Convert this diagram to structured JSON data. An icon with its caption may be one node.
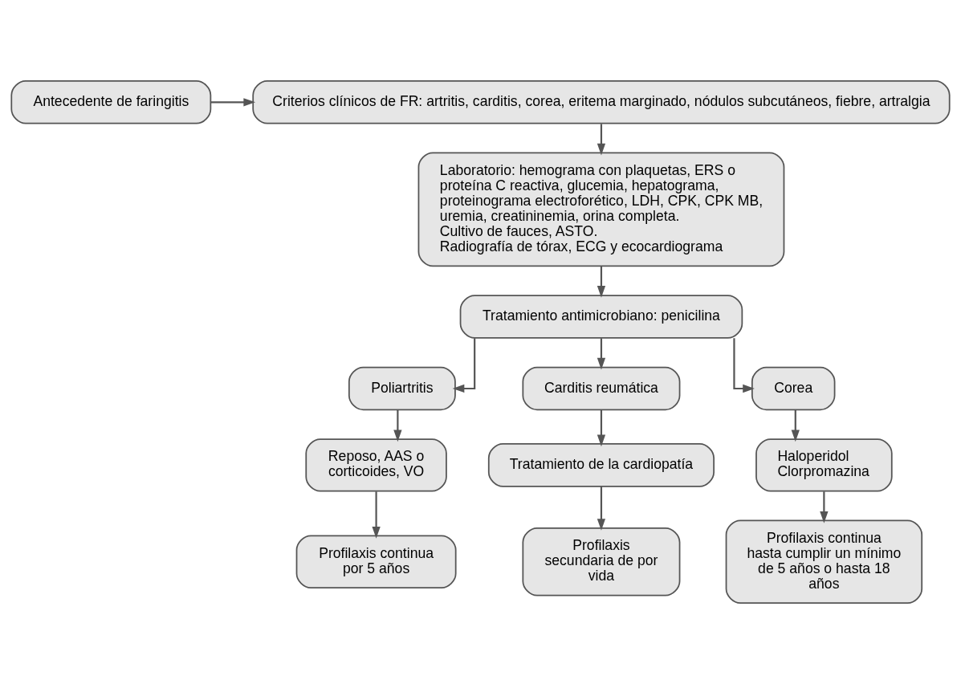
{
  "diagram": {
    "nodes": [
      {
        "text": [
          "Antecedente de faringitis"
        ]
      },
      {
        "text": [
          "Criterios clínicos de FR: artritis, carditis, corea, eritema marginado, nódulos subcutáneos, fiebre, artralgia"
        ]
      },
      {
        "text": [
          "Laboratorio: hemograma con plaquetas, ERS o proteína C reactiva, glucemia, hepatograma, proteinograma electroforético, LDH, CPK, CPK MB, uremia, creatininemia, orina completa.",
          "Cultivo de fauces, ASTO.",
          "Radiografía de tórax, ECG y ecocardiograma"
        ]
      },
      {
        "text": [
          "Tratamiento antimicrobiano: penicilina"
        ]
      },
      {
        "text": [
          "Poliartritis"
        ]
      },
      {
        "text": [
          "Carditis reumática"
        ]
      },
      {
        "text": [
          "Corea"
        ]
      },
      {
        "text": [
          "Reposo, AAS o corticoides, VO"
        ]
      },
      {
        "text": [
          "Tratamiento de la cardiopatía"
        ]
      },
      {
        "text": [
          "Haloperidol",
          "Clorpromazina"
        ]
      },
      {
        "text": [
          "Profilaxis continua por 5 años"
        ]
      },
      {
        "text": [
          "Profilaxis secundaria de por vida"
        ]
      },
      {
        "text": [
          "Profilaxis continua hasta cumplir un mínimo de 5 años o hasta 18 años"
        ]
      }
    ],
    "edges": [
      {
        "from": 0,
        "to": 1,
        "arrow": "to"
      },
      {
        "from": 1,
        "to": 2,
        "arrow": "to"
      },
      {
        "from": 2,
        "to": 3,
        "arrow": "to"
      },
      {
        "from": 3,
        "to": 4,
        "arrow": "to"
      },
      {
        "from": 3,
        "to": 5,
        "arrow": "to"
      },
      {
        "from": 3,
        "to": 6,
        "arrow": "to"
      },
      {
        "from": 4,
        "to": 7,
        "arrow": "to"
      },
      {
        "from": 5,
        "to": 8,
        "arrow": "to"
      },
      {
        "from": 6,
        "to": 9,
        "arrow": "to"
      },
      {
        "from": 7,
        "to": 10,
        "arrow": "to"
      },
      {
        "from": 8,
        "to": 11,
        "arrow": "to"
      },
      {
        "from": 9,
        "to": 12,
        "arrow": "to"
      }
    ]
  }
}
